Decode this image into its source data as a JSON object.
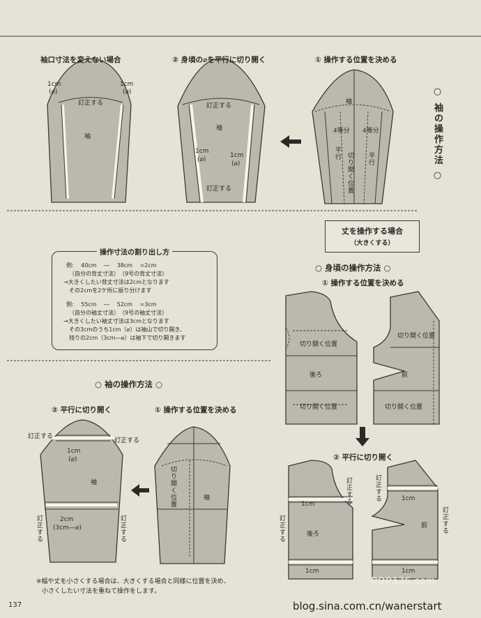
{
  "top": {
    "col_left_title": "袖口寸法を変えない場合",
    "col_mid_title": "② 身頃の⌀を平行に切り開く",
    "col_right_title": "① 操作する位置を決める",
    "side_title": "○ 袖の操作方法 ○",
    "labels": {
      "one_cm": "1cm",
      "phi_paren": "(⌀)",
      "teisei": "訂正する",
      "sode": "袖",
      "four_even": "4等分",
      "parallel": "平行",
      "cut_open_parallel": "切り開く位置"
    }
  },
  "calc": {
    "title": "操作寸法の割り出し方",
    "line1": "例:　 40cm　 ―　 38cm　 =2cm",
    "line2": "（自分の背丈寸法）　（9号の背丈寸法）",
    "line3": "→大きくしたい背丈寸法は2cmとなります",
    "line4": "その2cmを2ケ所に振り分けます",
    "line5": "例:　 55cm　 ―　 52cm　 =3cm",
    "line6": "（自分の袖丈寸法）　（9号の袖丈寸法）",
    "line7": "→大きくしたい袖丈寸法は3cmとなります",
    "line8": "その3cmのうち1cm（⌀）は袖山で切り開き、",
    "line9": "残りの2cm（3cm―⌀）は袖下で切り開きます"
  },
  "case": {
    "title": "丈を操作する場合",
    "subtitle": "（大きくする）"
  },
  "body_section": {
    "title": "○ 身頃の操作方法 ○",
    "step1": "① 操作する位置を決める",
    "step2": "② 平行に切り開く",
    "cut_pos": "切り開く位置",
    "back": "後ろ",
    "front": "前",
    "one_cm": "1cm",
    "teisei": "訂正する"
  },
  "sleeve_section": {
    "title": "○ 袖の操作方法 ○",
    "step2": "② 平行に切り開く",
    "step1": "① 操作する位置を決める",
    "teisei": "訂正する",
    "one_cm": "1cm",
    "phi": "(⌀)",
    "sode": "袖",
    "two_cm": "2cm",
    "three_minus": "(3cm―⌀)",
    "cut_pos": "切り開く位置"
  },
  "footer": {
    "note1": "※幅や丈を小さくする場合は、大きくする場合と同様に位置を決め、",
    "note2": "小さくしたい寸法を重ねて操作をします。",
    "page": "137",
    "watermark_logo": "POP136.com",
    "watermark_url": "blog.sina.com.cn/wanerstart"
  }
}
